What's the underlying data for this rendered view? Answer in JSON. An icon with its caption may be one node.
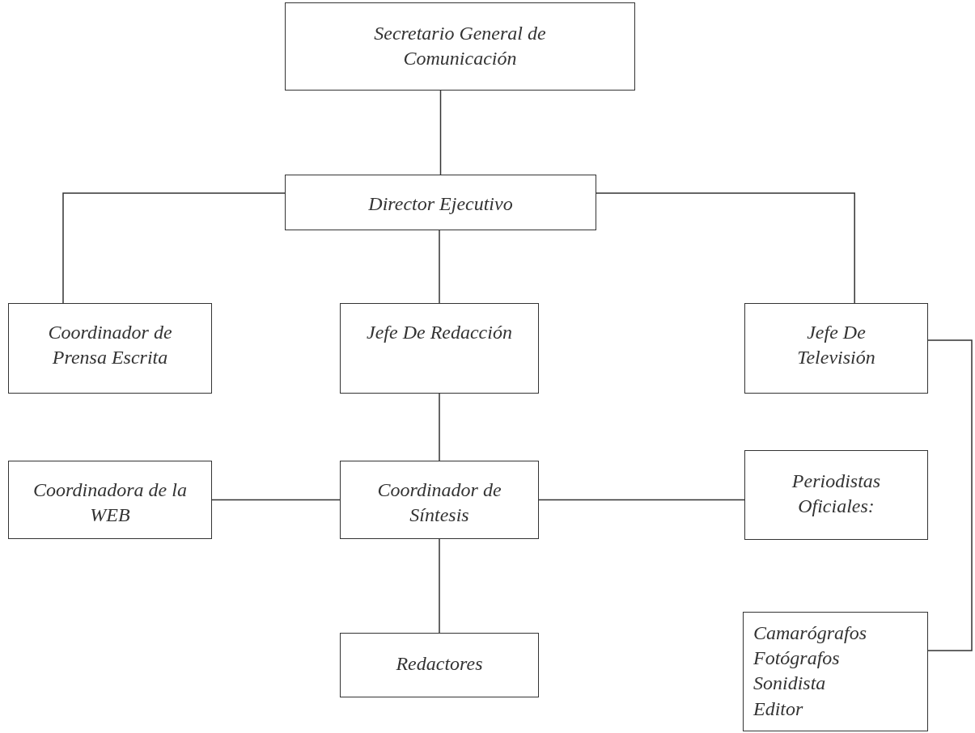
{
  "diagram": {
    "nodes": [
      {
        "text": [
          "Secretario General de Comunicación"
        ]
      },
      {
        "text": [
          "Director Ejecutivo"
        ]
      },
      {
        "text": [
          "Coordinador de Prensa Escrita"
        ]
      },
      {
        "text": [
          "Jefe De Redacción"
        ]
      },
      {
        "text": [
          "Jefe De Televisión"
        ]
      },
      {
        "text": [
          "Coordinadora de la WEB"
        ]
      },
      {
        "text": [
          "Coordinador de Síntesis"
        ]
      },
      {
        "text": [
          "Periodistas Oficiales:"
        ]
      },
      {
        "text": [
          "Redactores"
        ]
      },
      {
        "text": [
          "Camarógrafos Fotógrafos Sonidista Editor"
        ]
      }
    ],
    "edges": [
      {
        "from": 0,
        "to": 1,
        "arrow": "none"
      },
      {
        "from": 1,
        "to": 2,
        "arrow": "none"
      },
      {
        "from": 1,
        "to": 3,
        "arrow": "none"
      },
      {
        "from": 1,
        "to": 4,
        "arrow": "none"
      },
      {
        "from": 3,
        "to": 6,
        "arrow": "none"
      },
      {
        "from": 6,
        "to": 5,
        "arrow": "none"
      },
      {
        "from": 6,
        "to": 7,
        "arrow": "none"
      },
      {
        "from": 6,
        "to": 8,
        "arrow": "none"
      },
      {
        "from": 4,
        "to": 9,
        "arrow": "none"
      }
    ]
  }
}
